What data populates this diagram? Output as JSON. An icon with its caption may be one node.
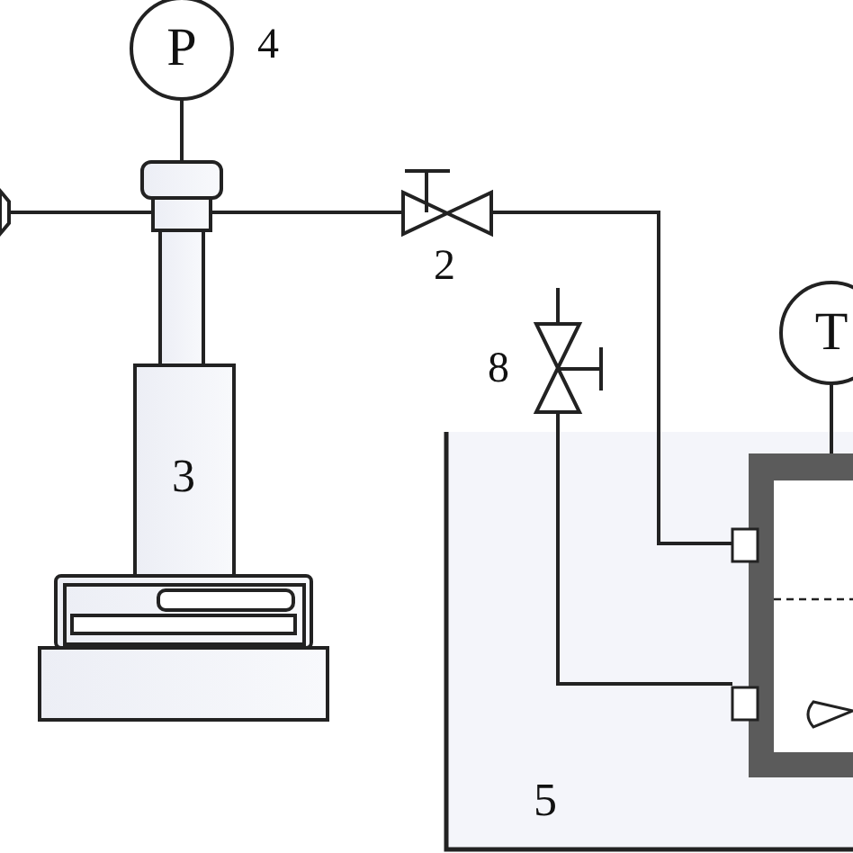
{
  "diagram": {
    "nodes": [
      {
        "text": [
          "P"
        ],
        "beside": [
          "4"
        ]
      },
      {
        "text": [
          "3"
        ]
      },
      {
        "text": [
          "5"
        ]
      },
      {
        "text": [
          "T"
        ]
      }
    ],
    "edges": [
      {
        "from": 0,
        "to": 1,
        "arrow": "none"
      }
    ],
    "labels": [
      "2",
      "8"
    ]
  }
}
